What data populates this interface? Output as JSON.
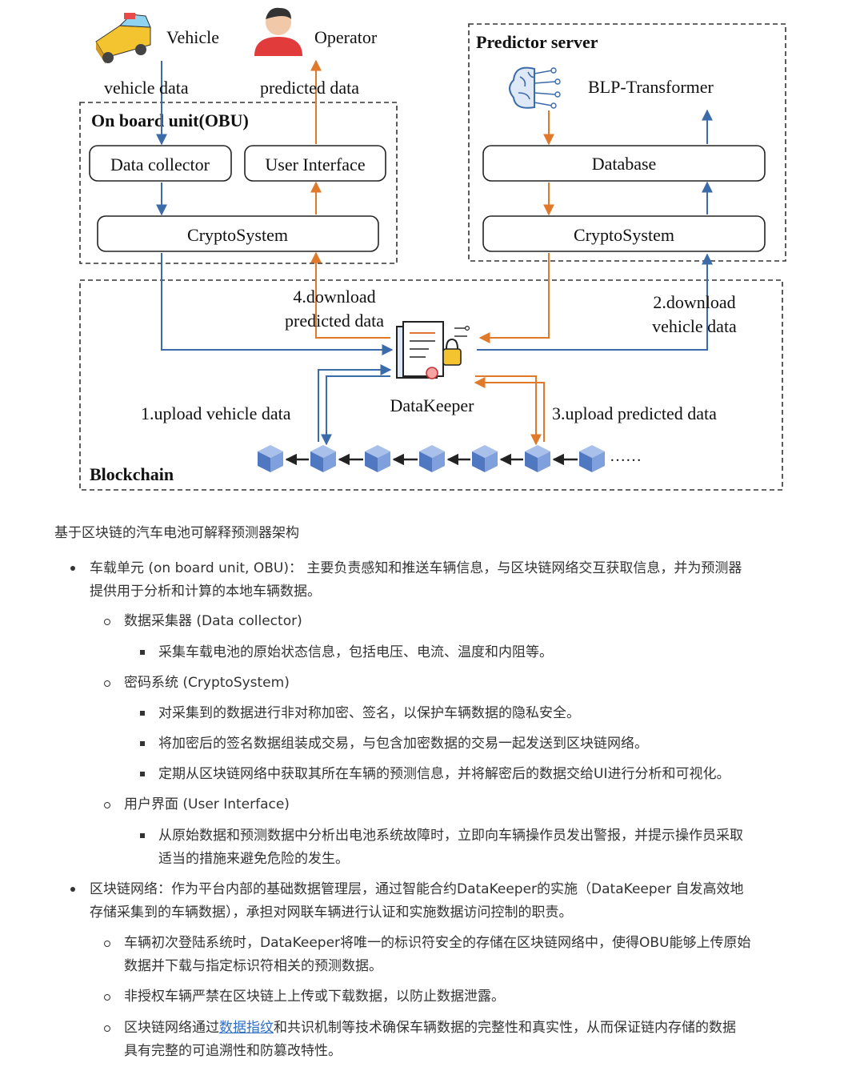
{
  "diagram": {
    "actors": {
      "vehicle": "Vehicle",
      "operator": "Operator"
    },
    "flows": {
      "vehicle_data": "vehicle data",
      "predicted_data": "predicted data"
    },
    "obu": {
      "title": "On board unit(OBU)",
      "data_collector": "Data collector",
      "user_interface": "User Interface",
      "cryptosystem": "CryptoSystem"
    },
    "predictor": {
      "title": "Predictor server",
      "model": "BLP-Transformer",
      "database": "Database",
      "cryptosystem": "CryptoSystem"
    },
    "blockchain": {
      "title": "Blockchain",
      "datakeeper": "DataKeeper",
      "step1": "1.upload vehicle data",
      "step2_line1": "2.download",
      "step2_line2": "vehicle data",
      "step3": "3.upload predicted data",
      "step4_line1": "4.download",
      "step4_line2": "predicted data",
      "ellipsis": "……"
    },
    "colors": {
      "vehicle_flow": "#3b6ba8",
      "predicted_flow": "#e07a2a",
      "block": "#5b84c8"
    }
  },
  "doc": {
    "caption": "基于区块链的汽车电池可解释预测器架构",
    "obu": {
      "line1": "车载单元 (on board unit, OBU)： 主要负责感知和推送车辆信息，与区块链网络交互获取信息，并为预测器",
      "line2": "提供用于分析和计算的本地车辆数据。",
      "collector": {
        "title": "数据采集器 (Data collector)",
        "p1": "采集车载电池的原始状态信息，包括电压、电流、温度和内阻等。"
      },
      "crypto": {
        "title": "密码系统 (CryptoSystem)",
        "p1": "对采集到的数据进行非对称加密、签名，以保护车辆数据的隐私安全。",
        "p2": "将加密后的签名数据组装成交易，与包含加密数据的交易一起发送到区块链网络。",
        "p3": "定期从区块链网络中获取其所在车辆的预测信息，并将解密后的数据交给UI进行分析和可视化。"
      },
      "ui": {
        "title": "用户界面 (User Interface)",
        "p1_line1": "从原始数据和预测数据中分析出电池系统故障时，立即向车辆操作员发出警报，并提示操作员采取",
        "p1_line2": "适当的措施来避免危险的发生。"
      }
    },
    "chain": {
      "line1": "区块链网络：作为平台内部的基础数据管理层，通过智能合约DataKeeper的实施（DataKeeper 自发高效地",
      "line2": "存储采集到的车辆数据），承担对网联车辆进行认证和实施数据访问控制的职责。",
      "s1_line1": "车辆初次登陆系统时，DataKeeper将唯一的标识符安全的存储在区块链网络中，使得OBU能够上传原始",
      "s1_line2": "数据并下载与指定标识符相关的预测数据。",
      "s2": "非授权车辆严禁在区块链上上传或下载数据，以防止数据泄露。",
      "s3_pre": "区块链网络通过",
      "s3_link": "数据指纹",
      "s3_post": "和共识机制等技术确保车辆数据的完整性和真实性，从而保证链内存储的数据",
      "s3_line2": "具有完整的可追溯性和防篡改特性。"
    }
  }
}
